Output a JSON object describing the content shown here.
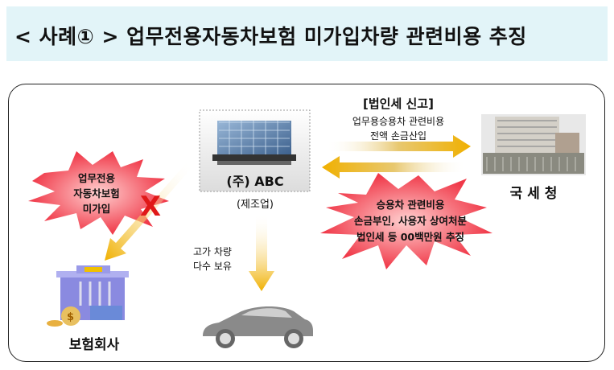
{
  "title": "< 사례① >  업무전용자동차보험 미가입차량 관련비용 추징",
  "company": {
    "name": "(주) ABC",
    "industry": "(제조업)"
  },
  "report": {
    "heading": "[법인세 신고]",
    "line1": "업무용승용차 관련비용",
    "line2": "전액 손금산입"
  },
  "nts": {
    "label": "국 세 청"
  },
  "penalty": {
    "line1": "승용차 관련비용",
    "line2": "손금부인, 사용자 상여처분",
    "line3": "법인세 등 00백만원 추징"
  },
  "no_insurance": {
    "line1": "업무전용",
    "line2": "자동차보험",
    "line3": "미가입",
    "mark": "X"
  },
  "insurer": {
    "label": "보험회사"
  },
  "vehicles": {
    "line1": "고가 차량",
    "line2": "다수 보유"
  },
  "colors": {
    "arrow": "#f0b800",
    "burst": "#f04050",
    "title_bg": "#e2f4f8"
  }
}
